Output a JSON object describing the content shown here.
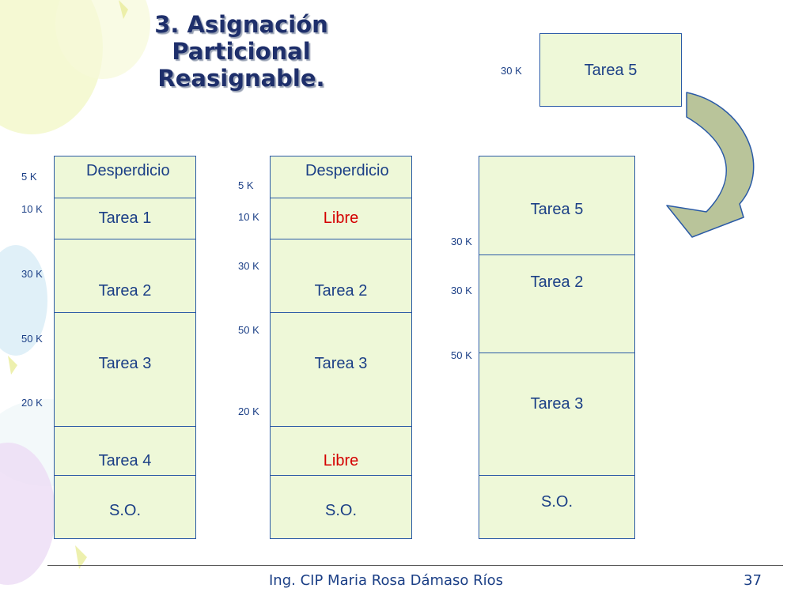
{
  "title": {
    "line1": "3. Asignación",
    "line2": "Particional",
    "line3": "Reasignable."
  },
  "incoming": {
    "label": "Tarea 5",
    "size": "30 K"
  },
  "col1": {
    "segments": [
      "Desperdicio",
      "Tarea 1",
      "Tarea 2",
      "Tarea 3",
      "Tarea 4",
      "S.O."
    ],
    "sizes": [
      "5 K",
      "10 K",
      "30 K",
      "50 K",
      "20 K"
    ]
  },
  "col2": {
    "segments": [
      "Desperdicio",
      "Libre",
      "Tarea 2",
      "Tarea 3",
      "Libre",
      "S.O."
    ],
    "sizes": [
      "5 K",
      "10 K",
      "30 K",
      "50 K",
      "20 K"
    ]
  },
  "col3": {
    "segments": [
      "Tarea 5",
      "Tarea 2",
      "Tarea 3",
      "S.O."
    ],
    "sizes": [
      "30 K",
      "30 K",
      "50 K"
    ]
  },
  "colors": {
    "title": "#1e2f6b",
    "box_fill": "#eef8d8",
    "box_border": "#2a5aa6",
    "text": "#1b3f86",
    "free_text": "#d40000",
    "arrow_fill": "#b9c49a"
  },
  "footer": {
    "author": "Ing. CIP Maria Rosa Dámaso Ríos",
    "page": "37"
  }
}
